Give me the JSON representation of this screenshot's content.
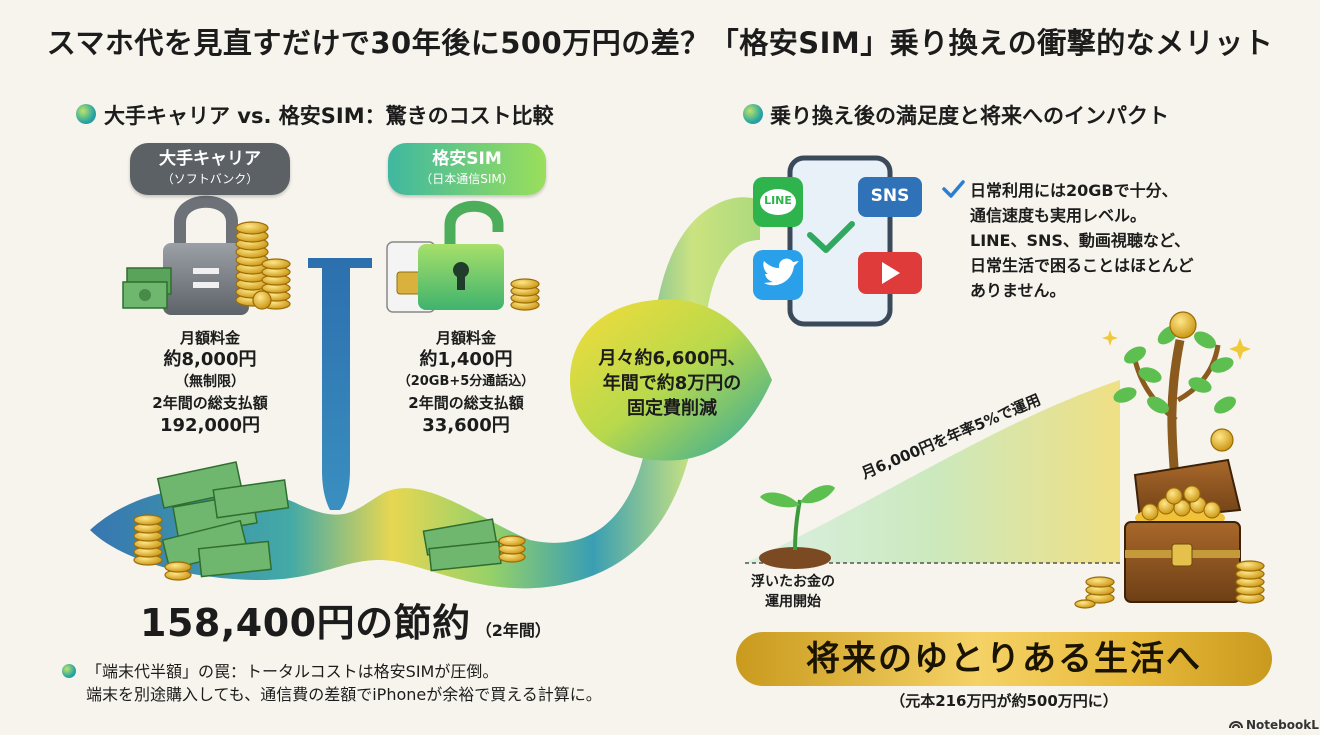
{
  "title": "スマホ代を見直すだけで30年後に500万円の差？「格安SIM」乗り換えの衝撃的なメリット",
  "left_section": {
    "title": "大手キャリア vs. 格安SIM：驚きのコスト比較",
    "carrier": {
      "label": "大手キャリア",
      "sub": "（ソフトバンク）",
      "monthly_label": "月額料金",
      "monthly_value": "約8,000円",
      "monthly_note": "（無制限）",
      "total_label": "2年間の総支払額",
      "total_value": "192,000円"
    },
    "mvno": {
      "label": "格安SIM",
      "sub": "（日本通信SIM）",
      "monthly_label": "月額料金",
      "monthly_value": "約1,400円",
      "monthly_note": "（20GB+5分通話込）",
      "total_label": "2年間の総支払額",
      "total_value": "33,600円"
    },
    "savings_bubble": [
      "月々約6,600円、",
      "年間で約8万円の",
      "固定費削減"
    ],
    "savings_total": "158,400円の節約",
    "savings_period": "（2年間）",
    "note_line1": "「端末代半額」の罠：トータルコストは格安SIMが圧倒。",
    "note_line2": "端末を別途購入しても、通信費の差額でiPhoneが余裕で買える計算に。"
  },
  "right_section": {
    "title": "乗り換え後の満足度と将来へのインパクト",
    "apps": {
      "line": "LINE",
      "sns": "SNS"
    },
    "check_text": [
      "日常利用には20GBで十分、",
      "通信速度も実用レベル。",
      "LINE、SNS、動画視聴など、",
      "日常生活で困ることはほとんど",
      "ありません。"
    ],
    "start_label": [
      "浮いたお金の",
      "運用開始"
    ],
    "growth_label": "月6,000円を年率5%で運用",
    "banner": "将来のゆとりある生活へ",
    "banner_sub": "（元本216万円が約500万円に）"
  },
  "footer": {
    "brand": "NotebookLM"
  },
  "colors": {
    "accent_gold": "#e7b93b",
    "accent_green": "#4fc39a",
    "accent_blue": "#2c6fae",
    "carrier_gray": "#5c6166"
  }
}
